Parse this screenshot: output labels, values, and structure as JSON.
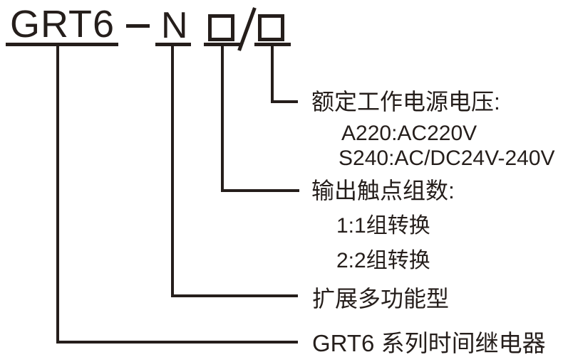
{
  "colors": {
    "ink": "#251e1b",
    "background": "#ffffff"
  },
  "model_code": {
    "series": "GRT6",
    "dash": "-",
    "type": "N",
    "placeholder_symbol": "□",
    "slash": "/"
  },
  "callouts": {
    "voltage": {
      "label": "额定工作电源电压:",
      "options": [
        "A220:AC220V",
        "S240:AC/DC24V-240V"
      ]
    },
    "contacts": {
      "label": "输出触点组数:",
      "options": [
        "1:1组转换",
        "2:2组转换"
      ]
    },
    "function": {
      "label": "扩展多功能型"
    },
    "series": {
      "label": "GRT6 系列时间继电器"
    }
  }
}
